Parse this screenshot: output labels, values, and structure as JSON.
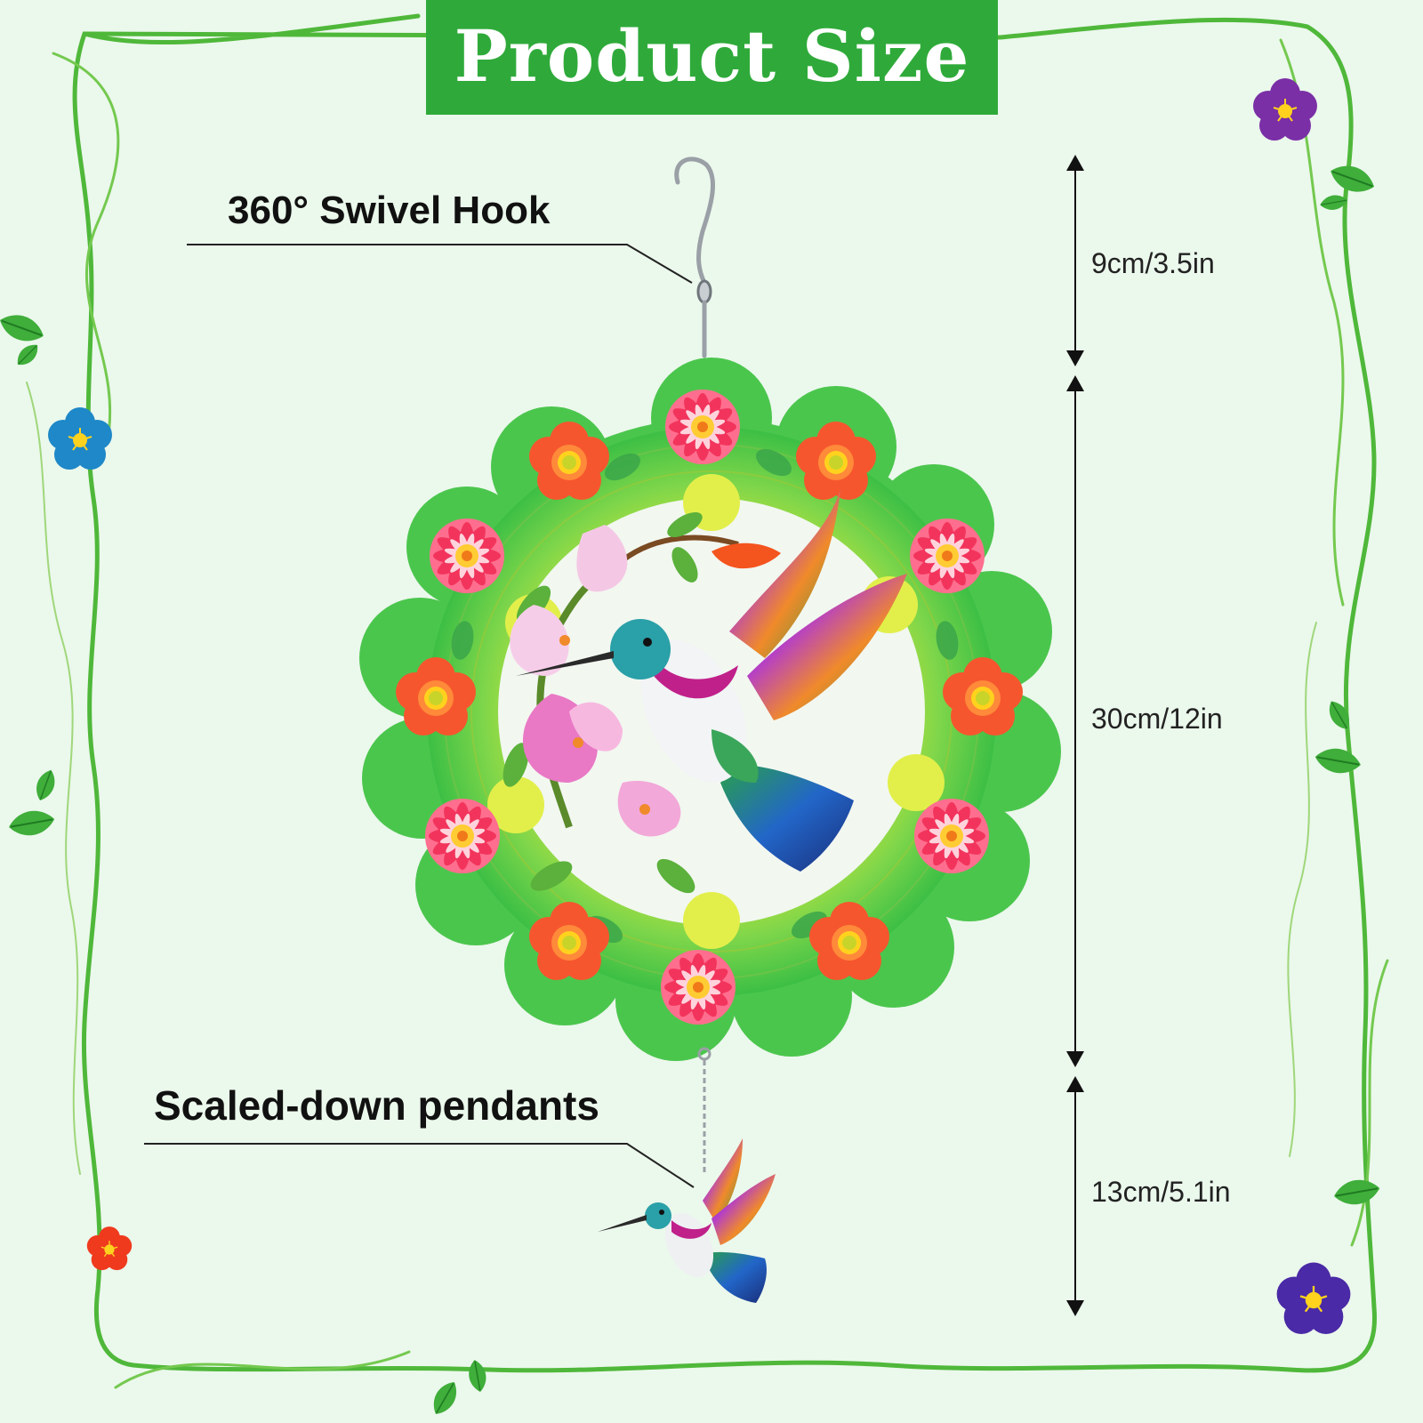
{
  "title": "Product Size",
  "callouts": {
    "hook": "360° Swivel Hook",
    "pendant": "Scaled-down pendants"
  },
  "dimensions": {
    "hook": "9cm/3.5in",
    "spinner": "30cm/12in",
    "pendant": "13cm/5.1in"
  },
  "colors": {
    "banner": "#2faa3a",
    "background": "#ebf8ec",
    "vine": "#4fb83a",
    "spinner_outer": "#49c94a",
    "spinner_inner": "#d8e83a",
    "flower_pink": "#f2446a",
    "flower_orange": "#f6562e",
    "hummingbird_throat": "#c0208a",
    "hummingbird_wing": "#8a3fc4"
  },
  "icons": [
    "swivel-hook-icon",
    "hummingbird-icon",
    "flower-icon",
    "leaf-icon",
    "dimension-arrow-icon"
  ]
}
